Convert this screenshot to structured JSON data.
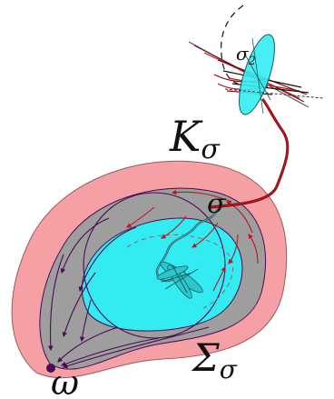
{
  "labels": {
    "k_main": "K",
    "k_sub": "σ",
    "sigma_main": "Σ",
    "sigma_sub": "σ",
    "sigma_point": "σ",
    "sigma2_main": "σ",
    "sigma2_sub": "2",
    "omega": "ω"
  },
  "colors": {
    "outer_region": "#f5a0a4",
    "middle_region": "#9e9e9e",
    "inner_region": "#33ecf2",
    "flow_red": "#c0141e",
    "flow_purple": "#4a0a55",
    "tube_dark": "#7a0a10",
    "disc_teal": "#2cc6cc",
    "omega_point": "#4a0a55"
  }
}
